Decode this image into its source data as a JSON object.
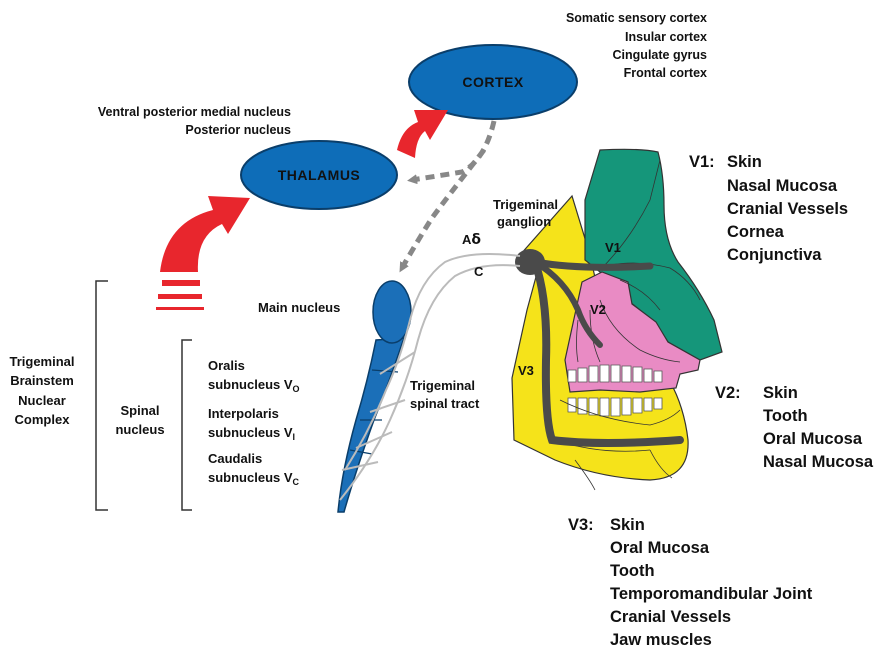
{
  "colors": {
    "node_fill": "#0e6db8",
    "arrow_red": "#e8262d",
    "dashed_gray": "#888888",
    "nucleus_blue": "#1b6fb8",
    "v1_green": "#15967a",
    "v2_pink": "#e98bc4",
    "v3_yellow": "#f5e31a",
    "nerve_gray": "#4a4a4a",
    "fiber_gray": "#bbbbbb"
  },
  "nodes": {
    "cortex": "CORTEX",
    "thalamus": "THALAMUS"
  },
  "cortex_areas": [
    "Somatic sensory cortex",
    "Insular cortex",
    "Cingulate gyrus",
    "Frontal cortex"
  ],
  "thalamus_nuclei": [
    "Ventral posterior medial nucleus",
    "Posterior nucleus"
  ],
  "brainstem": {
    "complex_label": [
      "Trigeminal",
      "Brainstem",
      "Nuclear",
      "Complex"
    ],
    "main_nucleus": "Main nucleus",
    "spinal_nucleus": [
      "Spinal",
      "nucleus"
    ],
    "subnuclei": [
      {
        "name": "Oralis",
        "label": "subnucleus V",
        "sub": "O"
      },
      {
        "name": "Interpolaris",
        "label": "subnucleus V",
        "sub": "I"
      },
      {
        "name": "Caudalis",
        "label": "subnucleus V",
        "sub": "C"
      }
    ]
  },
  "tract_label": [
    "Trigeminal",
    "spinal tract"
  ],
  "ganglion_label": [
    "Trigeminal",
    "ganglion"
  ],
  "fibers": {
    "a_delta_letter": "A",
    "a_delta_symbol": "δ",
    "c_fiber": "C"
  },
  "face_regions": [
    "V1",
    "V2",
    "V3"
  ],
  "divisions": {
    "v1": {
      "title": "V1:",
      "items": [
        "Skin",
        "Nasal Mucosa",
        "Cranial Vessels",
        "Cornea",
        "Conjunctiva"
      ]
    },
    "v2": {
      "title": "V2:",
      "items": [
        "Skin",
        "Tooth",
        "Oral Mucosa",
        "Nasal Mucosa"
      ]
    },
    "v3": {
      "title": "V3:",
      "items": [
        "Skin",
        "Oral Mucosa",
        "Tooth",
        "Temporomandibular Joint",
        "Cranial Vessels",
        "Jaw muscles"
      ]
    }
  }
}
